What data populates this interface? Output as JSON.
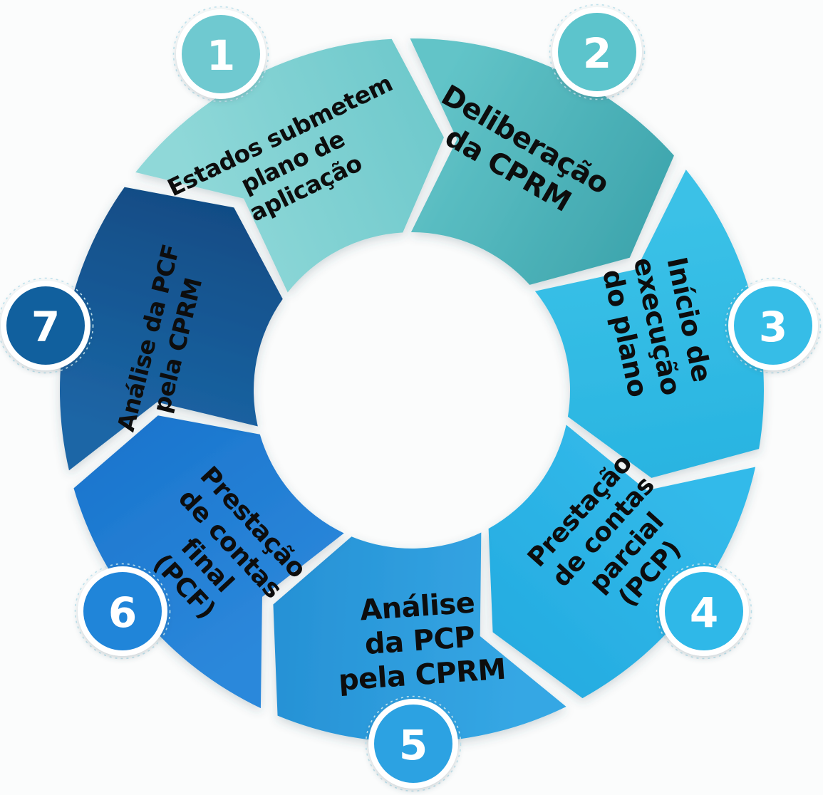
{
  "page": {
    "background_color": "#fbfcfc"
  },
  "diagram": {
    "type": "cycle-arrows",
    "direction": "clockwise",
    "step_count": 7,
    "text_color": "#0d0d0d",
    "badge_number_color": "#ffffff",
    "badge_ring_color": "#ffffff",
    "badge_dash_color": "#c2e4ee",
    "steps": [
      {
        "number": "1",
        "label": "Estados submetem plano de aplicação",
        "lines": [
          "Estados submetem",
          "plano de",
          "aplicação"
        ],
        "segment_color_start": "#8FD8D8",
        "segment_color_end": "#6FC9CC",
        "badge_color": "#6FC9D0"
      },
      {
        "number": "2",
        "label": "Deliberação da CPRM",
        "lines": [
          "Deliberação",
          "da CPRM"
        ],
        "segment_color_start": "#62C4C8",
        "segment_color_end": "#3FA6AE",
        "badge_color": "#5CC4CC"
      },
      {
        "number": "3",
        "label": "Início de execução do plano",
        "lines": [
          "Início de",
          "execução",
          "do plano"
        ],
        "segment_color_start": "#3AC1E7",
        "segment_color_end": "#29B4E1",
        "badge_color": "#36BDE7"
      },
      {
        "number": "4",
        "label": "Prestação de contas parcial (PCP)",
        "lines": [
          "Prestação",
          "de contas",
          "parcial",
          "(PCP)"
        ],
        "segment_color_start": "#33BAEA",
        "segment_color_end": "#25ACE1",
        "badge_color": "#2FB8E8"
      },
      {
        "number": "5",
        "label": "Análise da PCP pela CPRM",
        "lines": [
          "Análise",
          "da PCP",
          "pela CPRM"
        ],
        "segment_color_start": "#35A7E4",
        "segment_color_end": "#2691D5",
        "badge_color": "#2CA2E2"
      },
      {
        "number": "6",
        "label": "Prestação de contas final (PCF)",
        "lines": [
          "Prestação",
          "de contas",
          "final",
          "(PCF)"
        ],
        "segment_color_start": "#2C88DB",
        "segment_color_end": "#1B76CE",
        "badge_color": "#2085D9"
      },
      {
        "number": "7",
        "label": "Análise da PCF pela CPRM",
        "lines": [
          "Análise da PCF",
          "pela CPRM"
        ],
        "segment_color_start": "#1C66A6",
        "segment_color_end": "#114C85",
        "badge_color": "#11609E"
      }
    ]
  }
}
